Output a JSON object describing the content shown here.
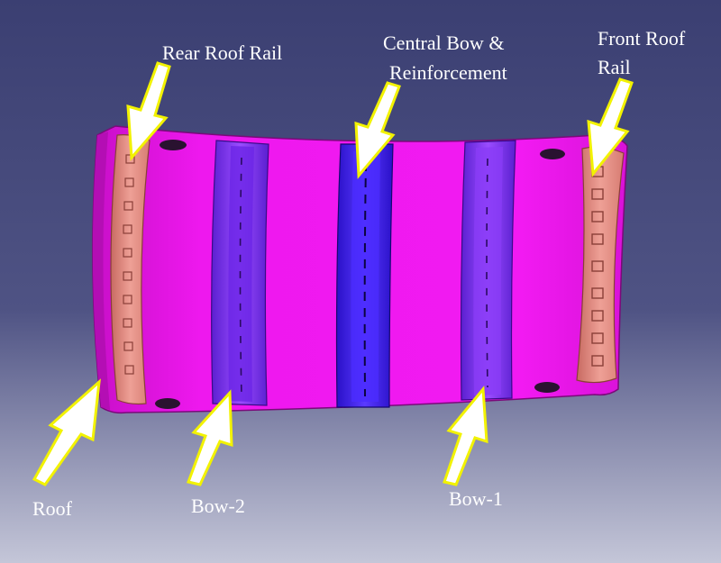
{
  "labels": {
    "rear_roof_rail": "Rear Roof Rail",
    "central_bow_line1": "Central Bow &",
    "central_bow_line2": "Reinforcement",
    "front_roof_rail_line1": "Front Roof",
    "front_roof_rail_line2": "Rail",
    "roof": "Roof",
    "bow_2": "Bow-2",
    "bow_1": "Bow-1"
  },
  "colors": {
    "background_top": "#3b3f72",
    "background_bottom": "#c4c6d8",
    "roof_panel": "#ee14ee",
    "roof_rail": "#e58a80",
    "bow": "#7a2ef0",
    "central_bow": "#3e1ef5",
    "arrow_fill": "#ffffff",
    "arrow_outline": "#f2f200"
  }
}
